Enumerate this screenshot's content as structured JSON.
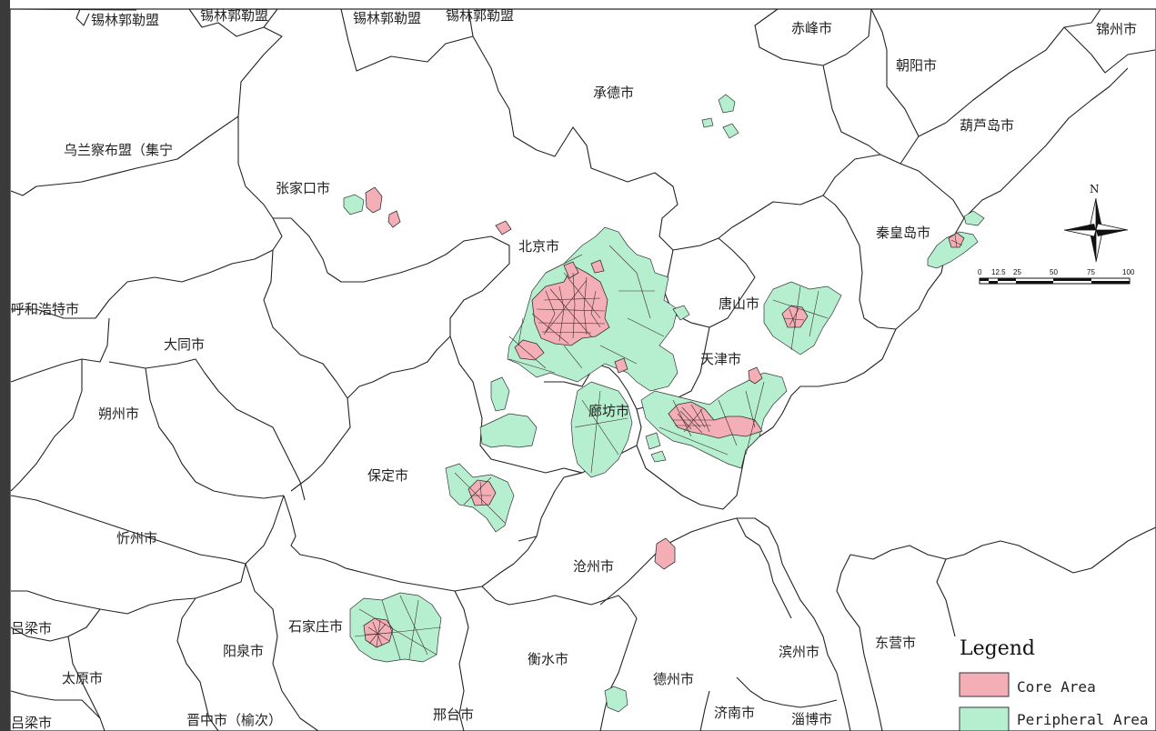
{
  "cities": {
    "xilinguole_1": "锡林郭勒盟",
    "xilinguole_2": "锡林郭勒盟",
    "xilinguole_3": "锡林郭勒盟",
    "xilinguole_4": "锡林郭勒盟",
    "chifeng": "赤峰市",
    "jinzhou": "锦州市",
    "chaoyang": "朝阳市",
    "huludao": "葫芦岛市",
    "chengde": "承德市",
    "wulanchabu": "乌兰察布盟（集宁",
    "zhangjiakou": "张家口市",
    "beijing": "北京市",
    "qinhuangdao": "秦皇岛市",
    "tangshan": "唐山市",
    "tianjin": "天津市",
    "huhehaote": "呼和浩特市",
    "datong": "大同市",
    "shuozhou": "朔州市",
    "langfang": "廊坊市",
    "baoding": "保定市",
    "xinzhou": "忻州市",
    "cangzhou": "沧州市",
    "lvliang_1": "吕梁市",
    "shijiazhuang": "石家庄市",
    "yangquan": "阳泉市",
    "hengshui": "衡水市",
    "binzhou": "滨州市",
    "dongying": "东营市",
    "taiyuan": "太原市",
    "dezhou": "德州市",
    "jinzhong": "晋中市（榆次）",
    "xingtai": "邢台市",
    "jinan": "济南市",
    "zibo": "淄博市",
    "lvliang_2": "吕梁市"
  },
  "legend": {
    "title": "Legend",
    "core_label": "Core Area",
    "peripheral_label": "Peripheral Area",
    "core_color": "#f4aeb6",
    "peripheral_color": "#b6efcf"
  },
  "north_arrow": {
    "label": "N"
  },
  "scale_bar": {
    "ticks": [
      "0",
      "12.5",
      "25",
      "50",
      "75",
      "100"
    ]
  }
}
